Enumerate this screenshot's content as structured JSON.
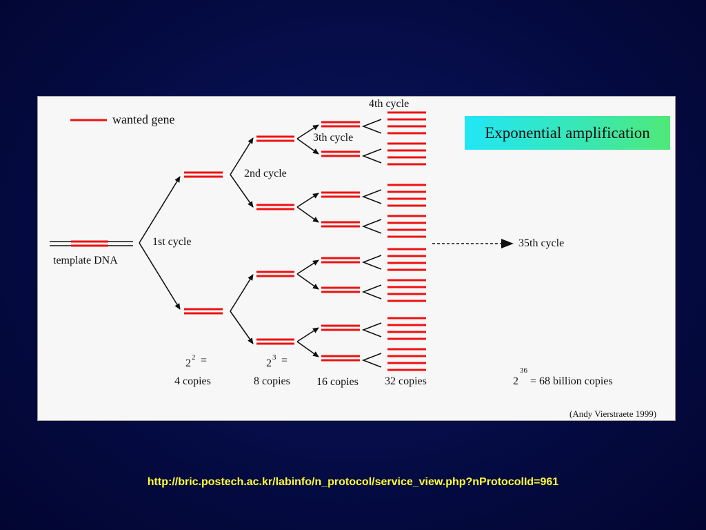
{
  "diagram": {
    "legend_label": "wanted gene",
    "title": "Exponential amplification",
    "template_label": "template DNA",
    "cycles": {
      "c1": "1st cycle",
      "c2": "2nd cycle",
      "c3": "3th cycle",
      "c4": "4th cycle",
      "c35": "35th cycle"
    },
    "counts": {
      "c2_base": "2",
      "c2_exp": "2",
      "c2_eq": "=",
      "c2_copies": "4 copies",
      "c3_base": "2",
      "c3_exp": "3",
      "c3_eq": "=",
      "c3_copies": "8 copies",
      "c16_copies": "16 copies",
      "c32_copies": "32 copies",
      "c36_base": "2",
      "c36_exp": "36",
      "c36_text": "= 68 billion copies"
    },
    "credit": "(Andy Vierstraete 1999)"
  },
  "footer": {
    "url": "http://bric.postech.ac.kr/labinfo/n_protocol/service_view.php?nProtocolId=961"
  },
  "colors": {
    "gene": "#ee1111",
    "background": "#050c45",
    "url_text": "#ffff33"
  }
}
